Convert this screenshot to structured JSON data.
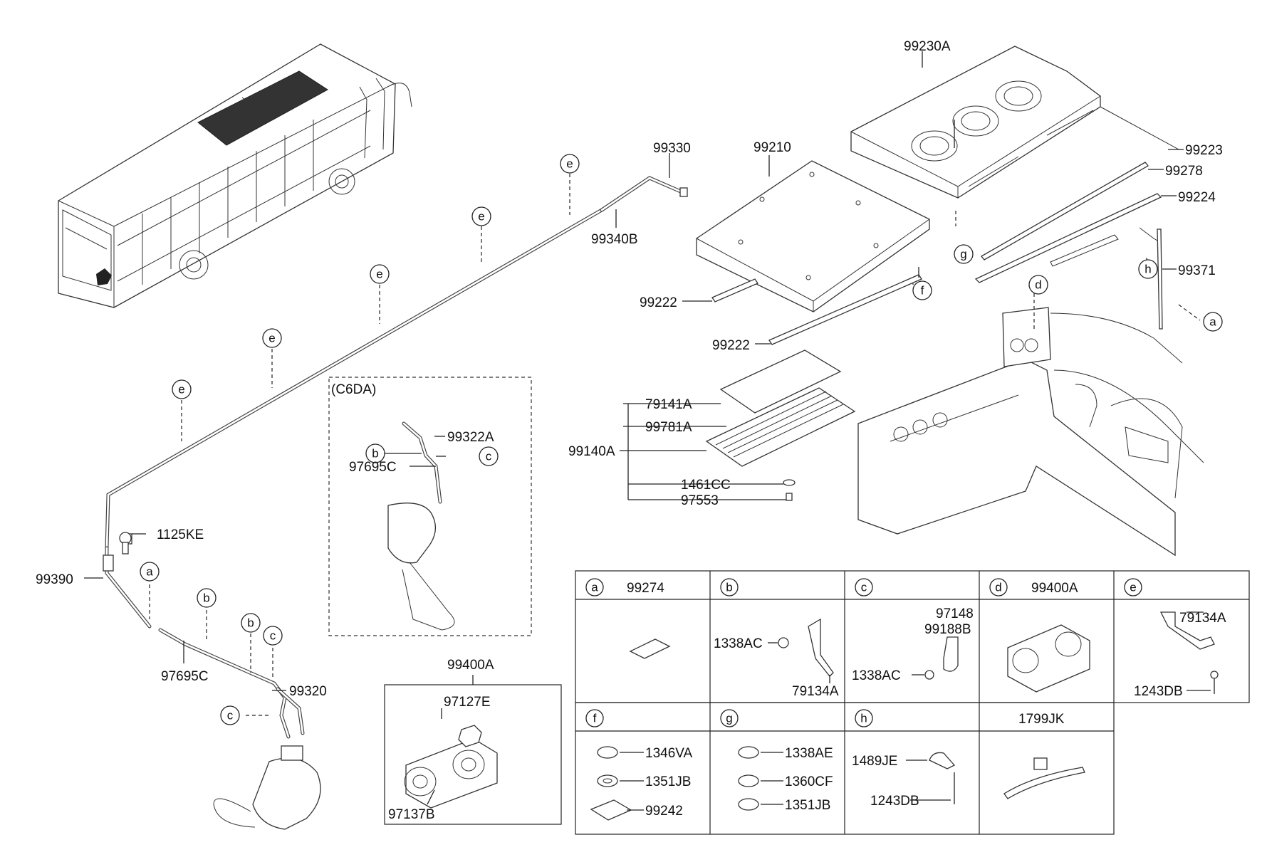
{
  "parts": {
    "p99230A": "99230A",
    "p99223": "99223",
    "p99278": "99278",
    "p99224": "99224",
    "p99371": "99371",
    "p99330": "99330",
    "p99340B": "99340B",
    "p99210": "99210",
    "p99222a": "99222",
    "p99222b": "99222",
    "p79141A": "79141A",
    "p99781A": "99781A",
    "p99140A": "99140A",
    "p1461CC": "1461CC",
    "p97553": "97553",
    "p1125KE": "1125KE",
    "p99390": "99390",
    "p97695C": "97695C",
    "p99320": "99320",
    "p99400A": "99400A",
    "p97127E": "97127E",
    "p97137B": "97137B",
    "p99322A": "99322A",
    "p97695C_inset": "97695C"
  },
  "inset": {
    "title": "(C6DA)"
  },
  "callouts": {
    "a": "a",
    "b": "b",
    "c": "c",
    "d": "d",
    "e": "e",
    "f": "f",
    "g": "g",
    "h": "h"
  },
  "table": {
    "a_part": "99274",
    "b_1338AC": "1338AC",
    "b_79134A": "79134A",
    "c_97148": "97148",
    "c_99188B": "99188B",
    "c_1338AC": "1338AC",
    "d_part": "99400A",
    "e_79134A": "79134A",
    "e_1243DB": "1243DB",
    "f_1346VA": "1346VA",
    "f_1351JB": "1351JB",
    "f_99242": "99242",
    "g_1338AE": "1338AE",
    "g_1360CF": "1360CF",
    "g_1351JB": "1351JB",
    "h_1489JE": "1489JE",
    "h_1243DB": "1243DB",
    "tie_title": "1799JK"
  }
}
